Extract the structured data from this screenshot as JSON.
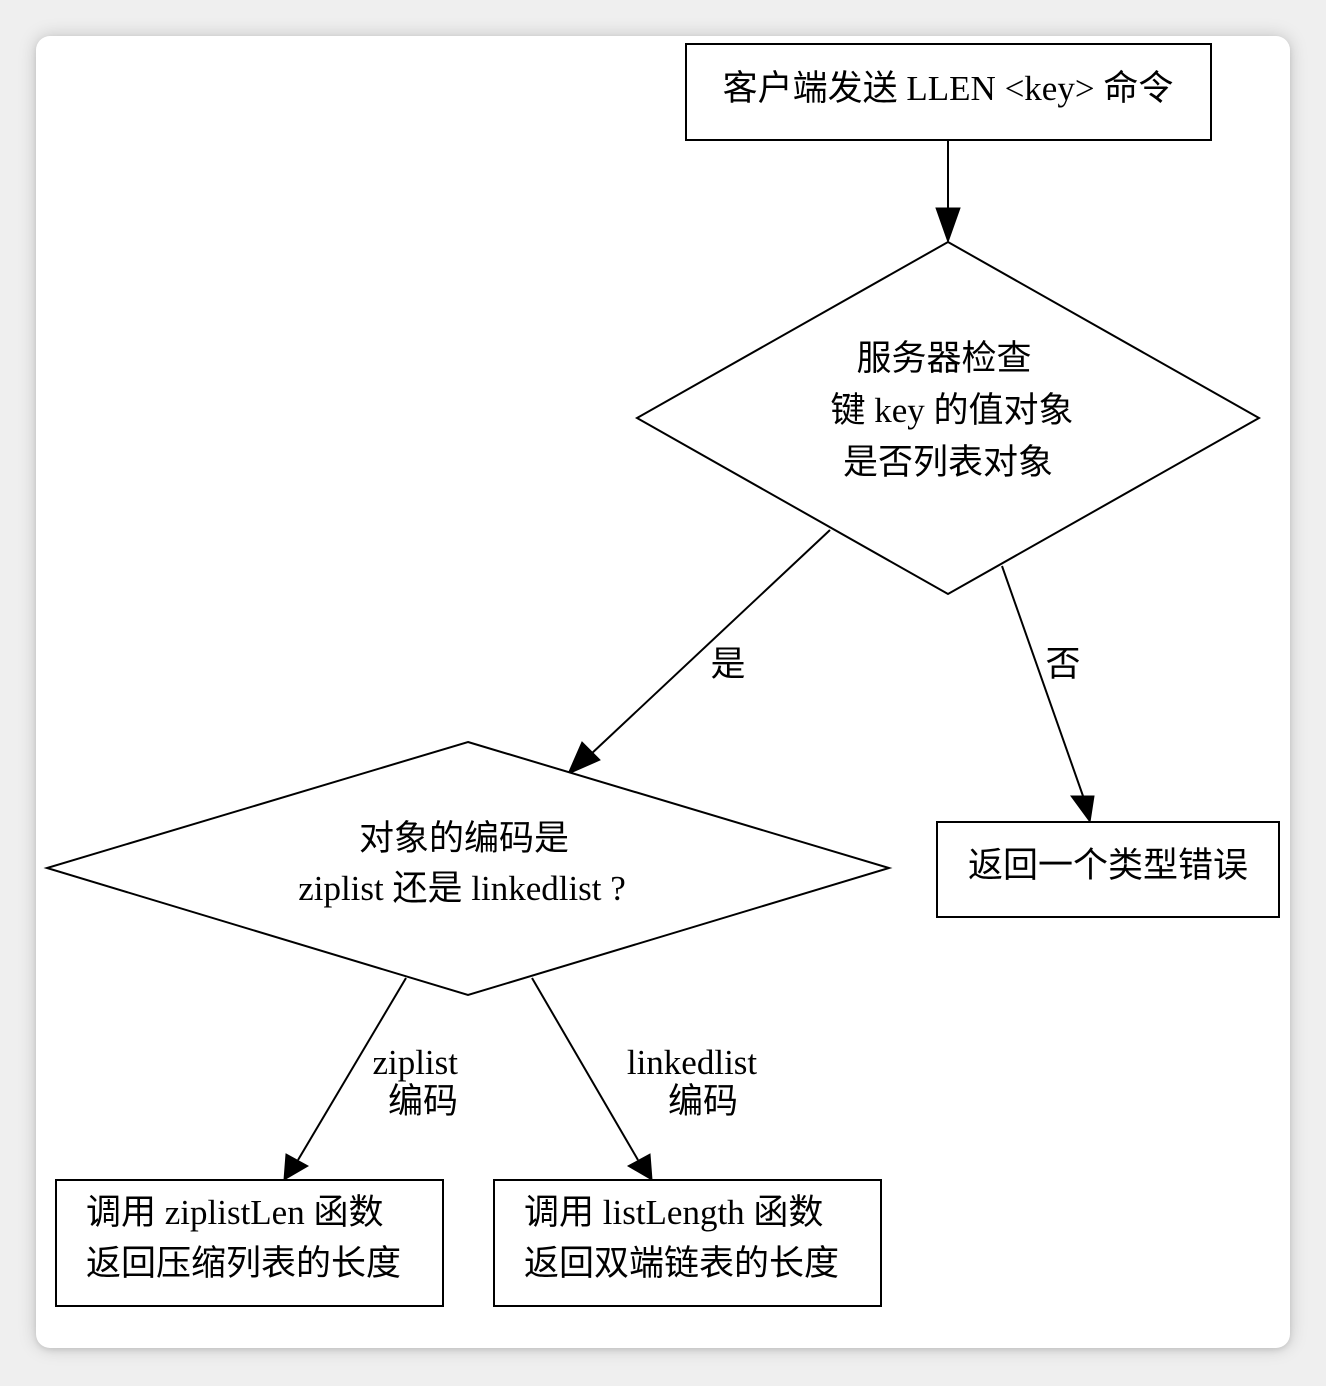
{
  "nodes": {
    "start": "客户端发送 LLEN <key> 命令",
    "check_type": [
      "服务器检查",
      "键 key 的值对象",
      "是否列表对象"
    ],
    "check_encoding": [
      "对象的编码是",
      "ziplist 还是 linkedlist ?"
    ],
    "type_error": "返回一个类型错误",
    "ziplist_len": [
      "调用 ziplistLen 函数",
      "返回压缩列表的长度"
    ],
    "list_length": [
      "调用 listLength 函数",
      "返回双端链表的长度"
    ]
  },
  "edges": {
    "yes": "是",
    "no": "否",
    "ziplist": [
      "ziplist",
      "编码"
    ],
    "linkedlist": [
      "linkedlist",
      "编码"
    ]
  }
}
